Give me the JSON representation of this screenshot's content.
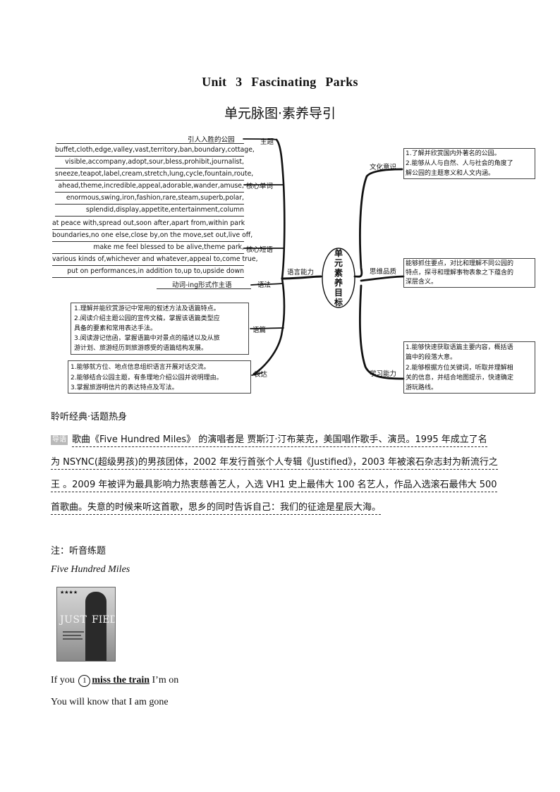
{
  "title": "Unit 3    Fascinating  Parks",
  "subtitle": "单元脉图·素养导引",
  "mindmap": {
    "center": [
      "单",
      "元",
      "素",
      "养",
      "目",
      "标"
    ],
    "left": {
      "theme_label": "主题",
      "theme_text": "引人入胜的公园",
      "vocab_label": "核心单词",
      "vocab_lines": [
        "buffet,cloth,edge,valley,vast,territory,ban,boundary,cottage,",
        "visible,accompany,adopt,sour,bless,prohibit,journalist,",
        "sneeze,teapot,label,cream,stretch,lung,cycle,fountain,route,",
        "ahead,theme,incredible,appeal,adorable,wander,amuse,",
        "enormous,swing,iron,fashion,rare,steam,superb,polar,",
        "splendid,display,appetite,entertainment,column"
      ],
      "phrase_label": "核心短语",
      "phrase_lines": [
        "at peace with,spread out,soon after,apart from,within park",
        "boundaries,no one else,close by,on the move,set out,live off,",
        "make me feel blessed to be alive,theme park,",
        "various kinds of,whichever and whatever,appeal to,come true,",
        "put on performances,in addition to,up to,upside down"
      ],
      "language_label": "语言能力",
      "grammar_label": "语法",
      "grammar_text": "动词-ing形式作主语",
      "discourse_label": "语篇",
      "discourse_lines": [
        "1.理解并能欣赏游记中常用的叙述方法及语篇特点。",
        "2.阅读介绍主题公园的宣传文稿，掌握该语篇类型应",
        "具备的要素和常用表达手法。",
        "3.阅读游记信函，掌握语篇中对景点的描述以及从旅",
        "游计划、旅游经历到旅游感受的语篇结构发展。"
      ],
      "expression_label": "表达",
      "expression_lines": [
        "1.能够就方位、地点信息组织语言开展对话交流。",
        "2.能够结合公园主题，有条理地介绍公园并说明理由。",
        "3.掌握旅游明信片的表达特点及写法。"
      ]
    },
    "right": {
      "culture_label": "文化意识",
      "culture_lines": [
        "1.了解并欣赏国内外著名的公园。",
        "2.能够从人与自然、人与社会的角度了",
        "解公园的主题意义和人文内涵。"
      ],
      "thinking_label": "思维品质",
      "thinking_lines": [
        "能够抓住要点，对比和理解不同公园的",
        "特点，探寻和理解事物表象之下蕴含的",
        "深层含义。"
      ],
      "learning_label": "学习能力",
      "learning_lines": [
        "1.能够快速获取语篇主要内容，概括语",
        "篇中的段落大意。",
        "2.能够根据方位关键词，听取并理解相",
        "关的信息，并结合地图提示，快速确定",
        "游玩路线。"
      ]
    }
  },
  "listen": {
    "heading": "聆听经典·话题热身",
    "tag": "导语",
    "lines": [
      "歌曲《Five Hundred Miles》 的演唱者是 贾斯汀·汀布莱克，美国唱作歌手、演员。1995 年成立了名",
      "为 NSYNC(超级男孩)的男孩团体，2002 年发行首张个人专辑《Justified》，2003 年被滚石杂志封为新流行之",
      "王 。2009 年被评为最具影响力热衷慈善艺人，入选 VH1 史上最伟大 100 名艺人，作品入选滚石最伟大 500",
      "首歌曲。失意的时候来听这首歌，思乡的同时告诉自己：我们的征途是星辰大海。"
    ],
    "note": "注：听音练题",
    "song_title": "Five Hundred Miles",
    "album": {
      "stars": "★★★★",
      "word1": "JUST",
      "word2": "FIED"
    },
    "lyric1_pre": "If you ",
    "lyric1_num": "1",
    "lyric1_bold": "miss the train",
    "lyric1_post": " I’m on",
    "lyric2": "You will know that I am gone"
  }
}
